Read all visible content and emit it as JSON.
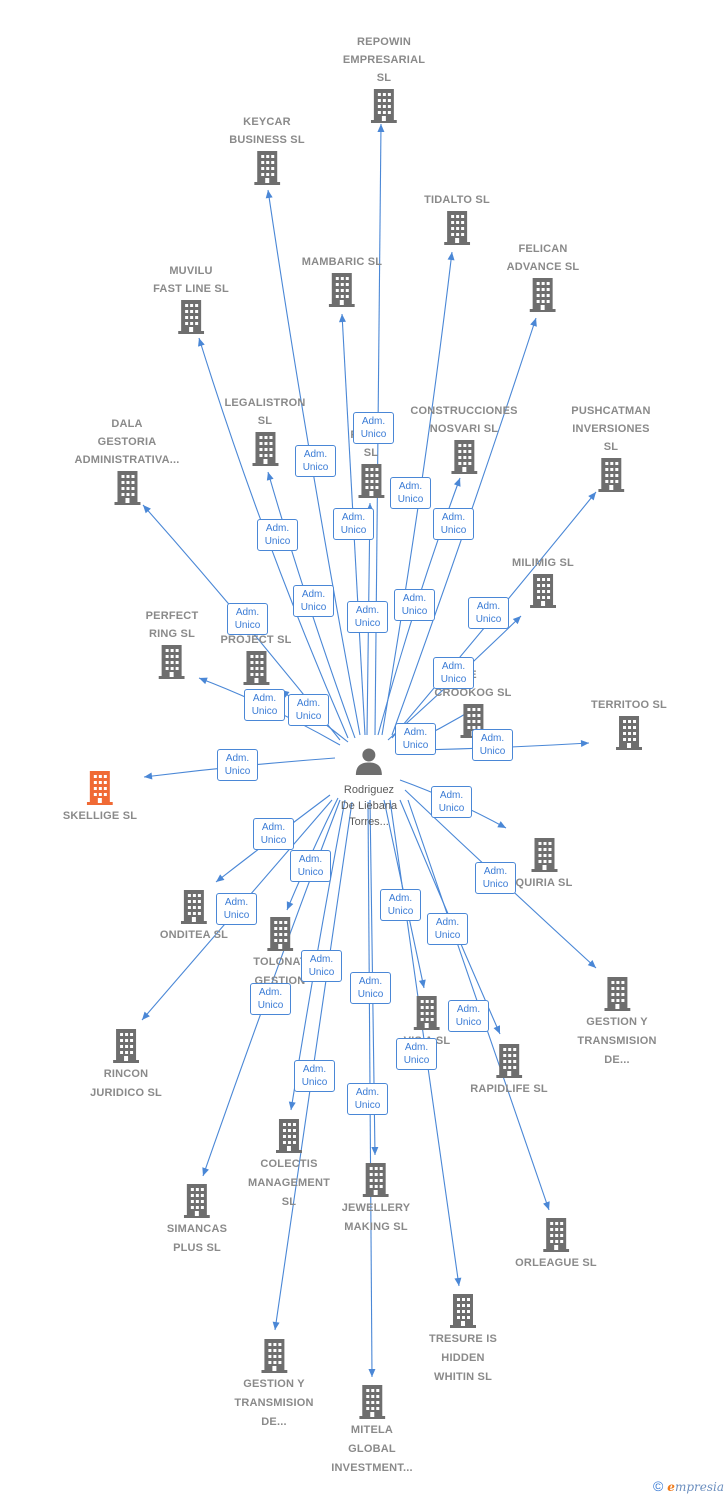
{
  "colors": {
    "edge": "#4a87d6",
    "building": "#6e6e6e",
    "building_main": "#f06a35",
    "label": "#8a8a8a",
    "person": "#6e6e6e"
  },
  "center": {
    "id": "person",
    "icon": "person-icon",
    "label": [
      "Rodriguez",
      "De Liebana",
      "Torres..."
    ]
  },
  "badge_text": [
    "Adm.",
    "Unico"
  ],
  "companies": [
    {
      "id": "repowin",
      "label": [
        "REPOWIN",
        "EMPRESARIAL",
        "SL"
      ],
      "icon": "building-icon"
    },
    {
      "id": "keycar",
      "label": [
        "KEYCAR",
        "BUSINESS  SL"
      ],
      "icon": "building-icon"
    },
    {
      "id": "tidalto",
      "label": [
        "TIDALTO  SL"
      ],
      "icon": "building-icon"
    },
    {
      "id": "felican",
      "label": [
        "FELICAN",
        "ADVANCE  SL"
      ],
      "icon": "building-icon"
    },
    {
      "id": "mambaric",
      "label": [
        "MAMBARIC  SL"
      ],
      "icon": "building-icon"
    },
    {
      "id": "muvilu",
      "label": [
        "MUVILU",
        "FAST LINE  SL"
      ],
      "icon": "building-icon"
    },
    {
      "id": "legalistron",
      "label": [
        "LEGALISTRON",
        "SL"
      ],
      "icon": "building-icon"
    },
    {
      "id": "frank",
      "label": [
        "FRA      EY",
        "SL"
      ],
      "icon": "building-icon"
    },
    {
      "id": "construcciones",
      "label": [
        "CONSTRUCCIONES",
        "NOSVARI SL"
      ],
      "icon": "building-icon"
    },
    {
      "id": "pushcatman",
      "label": [
        "PUSHCATMAN",
        "INVERSIONES",
        "SL"
      ],
      "icon": "building-icon"
    },
    {
      "id": "dala",
      "label": [
        "DALA",
        "GESTORIA",
        "ADMINISTRATIVA..."
      ],
      "icon": "building-icon"
    },
    {
      "id": "milimig",
      "label": [
        "MILIMIG  SL"
      ],
      "icon": "building-icon"
    },
    {
      "id": "perfect",
      "label": [
        "PERFECT",
        "RING  SL"
      ],
      "icon": "building-icon"
    },
    {
      "id": "project",
      "label": [
        "A",
        "PROJECT  SL"
      ],
      "icon": "building-icon"
    },
    {
      "id": "crookog",
      "label": [
        "E",
        "CROOKOG  SL"
      ],
      "icon": "building-icon"
    },
    {
      "id": "territoo",
      "label": [
        "TERRITOO  SL"
      ],
      "icon": "building-icon"
    },
    {
      "id": "skellige",
      "label": [
        "SKELLIGE  SL"
      ],
      "icon": "building-icon",
      "main": true
    },
    {
      "id": "quiria",
      "label": [
        "QUIRIA  SL"
      ],
      "icon": "building-icon"
    },
    {
      "id": "onditea",
      "label": [
        "ONDITEA  SL"
      ],
      "icon": "building-icon"
    },
    {
      "id": "tolonat",
      "label": [
        "TOLONAT",
        "GESTION"
      ],
      "icon": "building-icon"
    },
    {
      "id": "gestion1",
      "label": [
        "GESTION Y",
        "TRANSMISION",
        "DE..."
      ],
      "icon": "building-icon"
    },
    {
      "id": "rincon",
      "label": [
        "RINCON",
        "JURIDICO SL"
      ],
      "icon": "building-icon"
    },
    {
      "id": "vis",
      "label": [
        "VIS          A  SL"
      ],
      "icon": "building-icon"
    },
    {
      "id": "rapidlife",
      "label": [
        "RAPIDLIFE  SL"
      ],
      "icon": "building-icon"
    },
    {
      "id": "colectis",
      "label": [
        "COLECTIS",
        "MANAGEMENT",
        "SL"
      ],
      "icon": "building-icon"
    },
    {
      "id": "simancas",
      "label": [
        "SIMANCAS",
        "PLUS  SL"
      ],
      "icon": "building-icon"
    },
    {
      "id": "jewellery",
      "label": [
        "JEWELLERY",
        "MAKING  SL"
      ],
      "icon": "building-icon"
    },
    {
      "id": "orleague",
      "label": [
        "ORLEAGUE  SL"
      ],
      "icon": "building-icon"
    },
    {
      "id": "tresure",
      "label": [
        "TRESURE IS",
        "HIDDEN",
        "WHITIN  SL"
      ],
      "icon": "building-icon"
    },
    {
      "id": "gestion2",
      "label": [
        "GESTION Y",
        "TRANSMISION",
        "DE..."
      ],
      "icon": "building-icon"
    },
    {
      "id": "mitela",
      "label": [
        "MITELA",
        "GLOBAL",
        "INVESTMENT..."
      ],
      "icon": "building-icon"
    }
  ],
  "footer": {
    "copyright": "©",
    "brand_initial": "e",
    "brand_rest": "mpresia"
  }
}
